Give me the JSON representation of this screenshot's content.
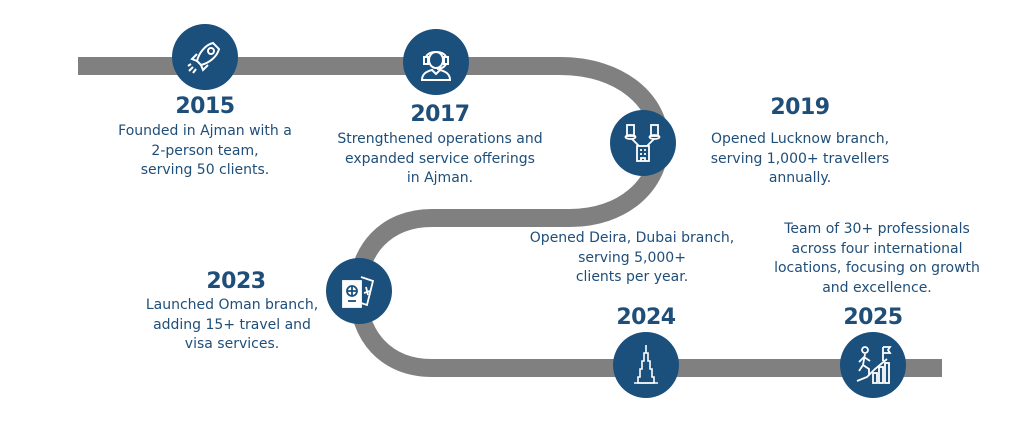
{
  "colors": {
    "track": "#808080",
    "node": "#1b4f7c",
    "text": "#1f4e79"
  },
  "milestones": [
    {
      "year": "2015",
      "icon": "rocket-icon",
      "description": "Founded in Ajman with a\n2-person team,\nserving 50 clients."
    },
    {
      "year": "2017",
      "icon": "headset-agent-icon",
      "description": "Strengthened operations and\nexpanded service offerings\nin Ajman."
    },
    {
      "year": "2019",
      "icon": "branch-buildings-icon",
      "description": "Opened Lucknow branch,\nserving 1,000+ travellers\nannually."
    },
    {
      "year": "2023",
      "icon": "passport-ticket-icon",
      "description": "Launched Oman branch,\nadding 15+ travel and\nvisa services."
    },
    {
      "year": "2024",
      "icon": "burj-khalifa-icon",
      "description": "Opened Deira, Dubai branch,\nserving 5,000+\nclients per year."
    },
    {
      "year": "2025",
      "icon": "growth-climb-icon",
      "description": "Team of 30+ professionals\nacross four international\nlocations, focusing on growth\nand excellence."
    }
  ]
}
